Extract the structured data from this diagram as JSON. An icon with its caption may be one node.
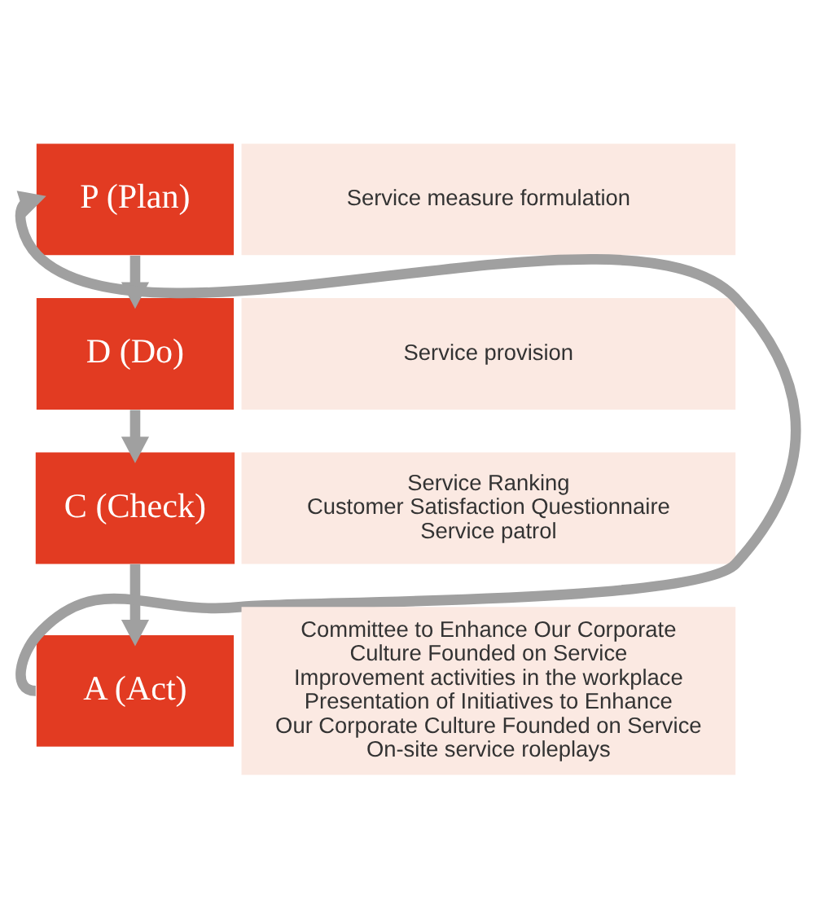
{
  "diagram": {
    "nodes": [
      {
        "text": [
          "P (Plan)"
        ]
      },
      {
        "text": [
          "Service measure formulation"
        ]
      },
      {
        "text": [
          "D (Do)"
        ]
      },
      {
        "text": [
          "Service provision"
        ]
      },
      {
        "text": [
          "C (Check)"
        ]
      },
      {
        "text": [
          "Service Ranking",
          "Customer Satisfaction Questionnaire",
          "Service patrol"
        ]
      },
      {
        "text": [
          "A (Act)"
        ]
      },
      {
        "text": [
          "Committee to Enhance Our Corporate Culture Founded on Service",
          "Improvement activities in the workplace",
          "Presentation of Initiatives to Enhance Our Corporate Culture Founded on Service",
          "On-site service roleplays"
        ]
      }
    ],
    "edges": [
      {
        "from": 0,
        "to": 2,
        "arrow": "to"
      },
      {
        "from": 2,
        "to": 4,
        "arrow": "to"
      },
      {
        "from": 4,
        "to": 6,
        "arrow": "to"
      },
      {
        "from": 6,
        "to": 0,
        "arrow": "to"
      }
    ]
  }
}
